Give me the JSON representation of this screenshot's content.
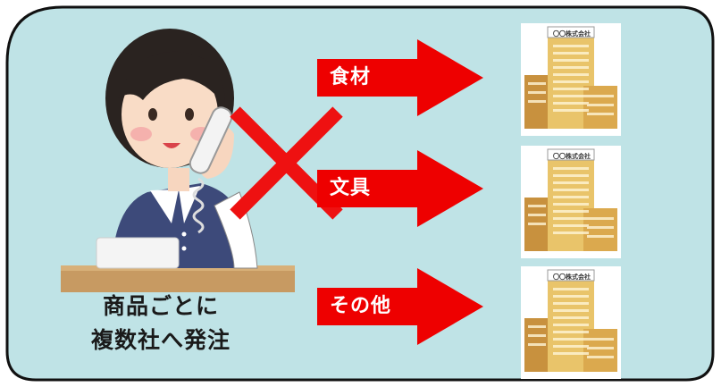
{
  "caption": {
    "line1": "商品ごとに",
    "line2": "複数社へ発注"
  },
  "arrows": [
    {
      "label": "食材"
    },
    {
      "label": "文具"
    },
    {
      "label": "その他"
    }
  ],
  "companies": [
    {
      "sign": "〇〇株式会社"
    },
    {
      "sign": "〇〇株式会社"
    },
    {
      "sign": "〇〇株式会社"
    }
  ],
  "colors": {
    "panel_background": "#bfe3e6",
    "panel_border": "#111111",
    "arrow_fill": "#ee0000",
    "cross_mark": "#ee1111",
    "building_main": "#e9c46a",
    "building_side": "#c8913e",
    "caption_text": "#1a1a1a"
  },
  "icons": {
    "person": "operator-on-phone-icon",
    "cross": "cross-mark-icon",
    "building": "office-building-icon"
  }
}
